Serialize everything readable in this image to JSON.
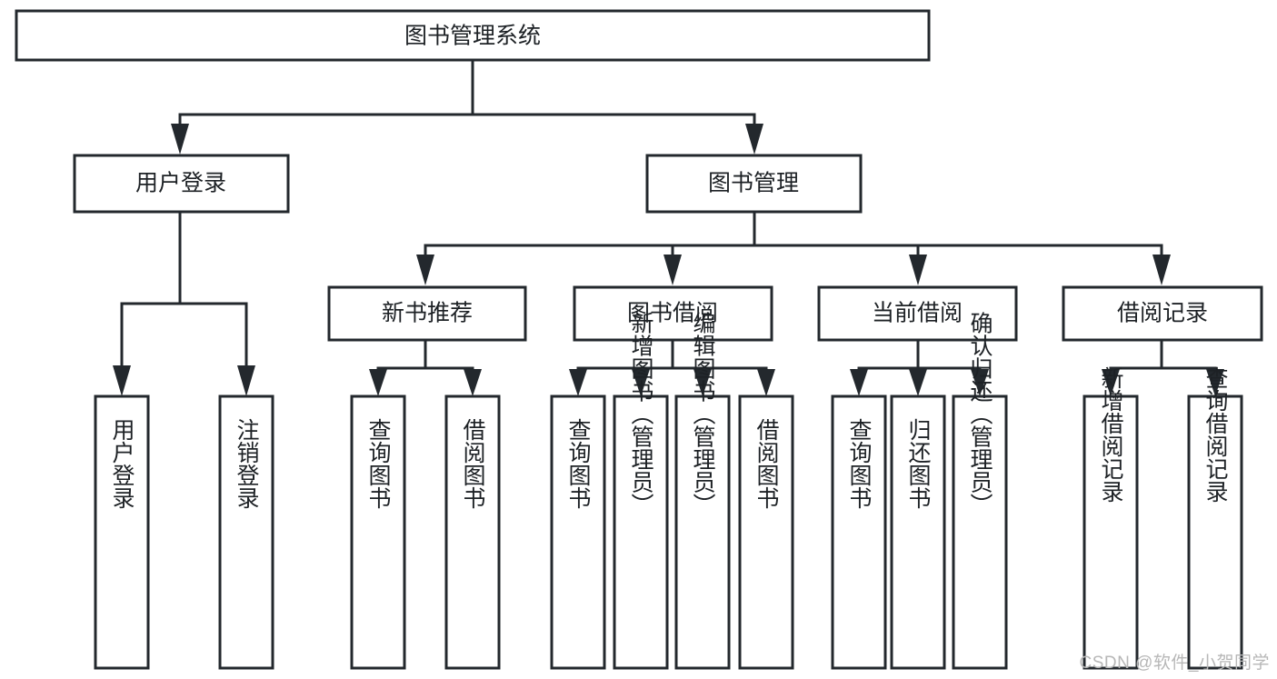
{
  "diagram": {
    "title": "图书管理系统",
    "watermark": "CSDN @软件_小贺同学",
    "root": {
      "id": "root",
      "label": "图书管理系统"
    },
    "level2": [
      {
        "id": "user-login",
        "label": "用户登录"
      },
      {
        "id": "book-management",
        "label": "图书管理"
      }
    ],
    "level3": [
      {
        "id": "new-book-recommend",
        "label": "新书推荐"
      },
      {
        "id": "book-borrow",
        "label": "图书借阅"
      },
      {
        "id": "current-borrow",
        "label": "当前借阅"
      },
      {
        "id": "borrow-record",
        "label": "借阅记录"
      }
    ],
    "leaves": {
      "user_login": [
        {
          "id": "leaf-user-login",
          "label": "用户登录"
        },
        {
          "id": "leaf-logout-login",
          "label": "注销登录"
        }
      ],
      "new_book_recommend": [
        {
          "id": "leaf-query-book-1",
          "label": "查询图书"
        },
        {
          "id": "leaf-borrow-book-1",
          "label": "借阅图书"
        }
      ],
      "book_borrow": [
        {
          "id": "leaf-query-book-2",
          "label": "查询图书"
        },
        {
          "id": "leaf-add-book",
          "label": "新增图书（管理员）"
        },
        {
          "id": "leaf-edit-book",
          "label": "编辑图书（管理员）"
        },
        {
          "id": "leaf-borrow-book-2",
          "label": "借阅图书"
        }
      ],
      "current_borrow": [
        {
          "id": "leaf-query-book-3",
          "label": "查询图书"
        },
        {
          "id": "leaf-return-book",
          "label": "归还图书"
        },
        {
          "id": "leaf-confirm-return",
          "label": "确认归还（管理员）"
        }
      ],
      "borrow_record": [
        {
          "id": "leaf-add-record",
          "label": "新增借阅记录"
        },
        {
          "id": "leaf-query-record",
          "label": "查询借阅记录"
        }
      ]
    },
    "colors": {
      "stroke": "#23282d",
      "fill": "#ffffff",
      "text": "#1d2125",
      "watermark": "#b7b7b7"
    }
  }
}
